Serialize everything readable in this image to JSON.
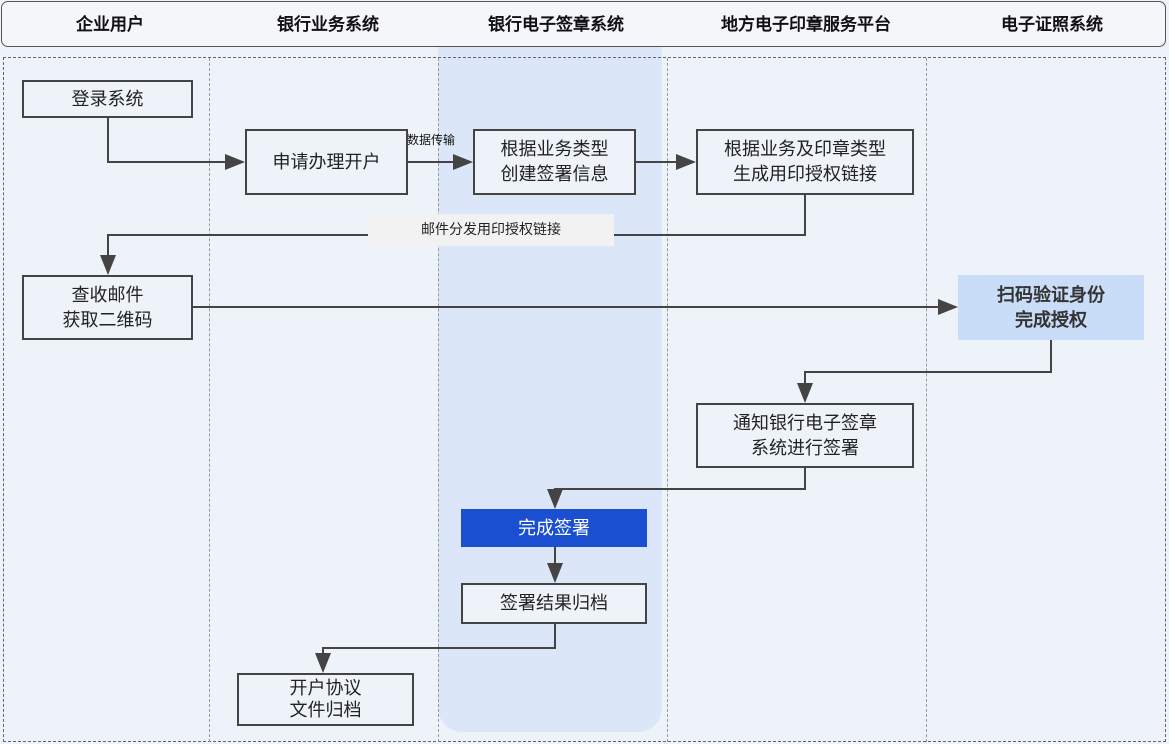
{
  "lanes": [
    "企业用户",
    "银行业务系统",
    "银行电子签章系统",
    "地方电子印章服务平台",
    "电子证照系统"
  ],
  "nodes": {
    "login": "登录系统",
    "apply": "申请办理开户",
    "create": "根据业务类型\n创建签署信息",
    "generate": "根据业务及印章类型\n生成用印授权链接",
    "check_mail": "查收邮件\n获取二维码",
    "scan": "扫码验证身份\n完成授权",
    "notify": "通知银行电子签章\n系统进行签署",
    "complete": "完成签署",
    "archive_result": "签署结果归档",
    "archive_doc": "开户协议\n文件归档"
  },
  "edge_labels": {
    "data_transfer": "数据传输",
    "mail": "邮件分发用印授权链接"
  },
  "colors": {
    "highlight": "#dbe7f8",
    "complete": "#1b4fd1",
    "scan": "#c9dcf8"
  }
}
